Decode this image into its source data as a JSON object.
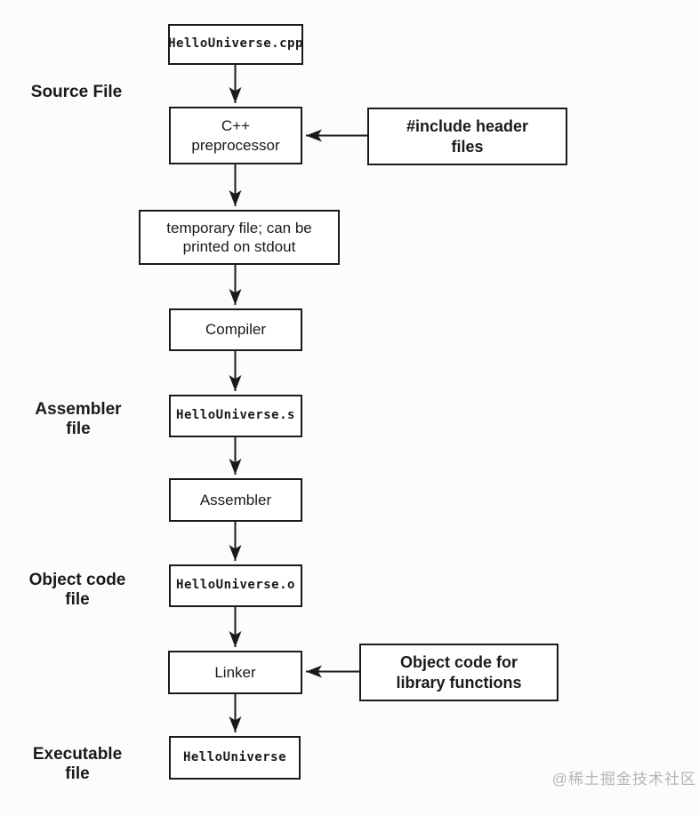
{
  "diagram": {
    "title": "C++ compilation process flowchart",
    "flow_nodes": [
      {
        "id": "source-file-node",
        "label": "HelloUniverse.cpp",
        "kind": "file"
      },
      {
        "id": "preprocessor-node",
        "label": "C++\npreprocessor",
        "kind": "process"
      },
      {
        "id": "temp-file-node",
        "label": "temporary file; can be\nprinted on stdout",
        "kind": "process"
      },
      {
        "id": "compiler-node",
        "label": "Compiler",
        "kind": "process"
      },
      {
        "id": "assembler-file-node",
        "label": "HelloUniverse.s",
        "kind": "file"
      },
      {
        "id": "assembler-node",
        "label": "Assembler",
        "kind": "process"
      },
      {
        "id": "object-file-node",
        "label": "HelloUniverse.o",
        "kind": "file"
      },
      {
        "id": "linker-node",
        "label": "Linker",
        "kind": "process"
      },
      {
        "id": "executable-node",
        "label": "HelloUniverse",
        "kind": "file"
      }
    ],
    "input_nodes": [
      {
        "id": "include-headers-node",
        "label": "#include header\nfiles"
      },
      {
        "id": "library-object-node",
        "label": "Object code for\nlibrary functions"
      }
    ],
    "stage_labels": [
      {
        "id": "source-file-label",
        "label": "Source File"
      },
      {
        "id": "assembler-file-label",
        "label": "Assembler\nfile"
      },
      {
        "id": "object-code-label",
        "label": "Object code\nfile"
      },
      {
        "id": "executable-file-label",
        "label": "Executable\nfile"
      }
    ],
    "watermark": "@稀土掘金技术社区",
    "colors": {
      "line": "#1a1a1a",
      "box_border": "#1a1a1a",
      "box_fill": "#ffffff",
      "background": "#fcfcfc",
      "watermark_text": "#b5b5b5"
    }
  }
}
